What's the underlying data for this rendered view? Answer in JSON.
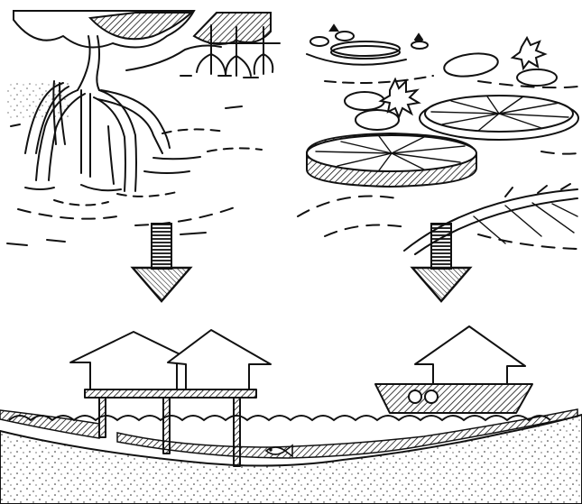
{
  "figure": {
    "panels": [
      {
        "id": "mangrove",
        "icon": "mangrove-tree-icon"
      },
      {
        "id": "lily-pads",
        "icon": "water-lily-icon"
      },
      {
        "id": "stilt-houses",
        "icon": "stilt-house-icon"
      },
      {
        "id": "houseboat",
        "icon": "houseboat-icon"
      }
    ],
    "arrows": [
      {
        "from": "mangrove",
        "to": "stilt-houses",
        "icon": "arrow-down-icon"
      },
      {
        "from": "lily-pads",
        "to": "houseboat",
        "icon": "arrow-down-icon"
      }
    ],
    "extras": [
      "fish-icon"
    ]
  },
  "colors": {
    "ink": "#111111",
    "paper": "#ffffff",
    "hatch": "#1a1a1a"
  }
}
